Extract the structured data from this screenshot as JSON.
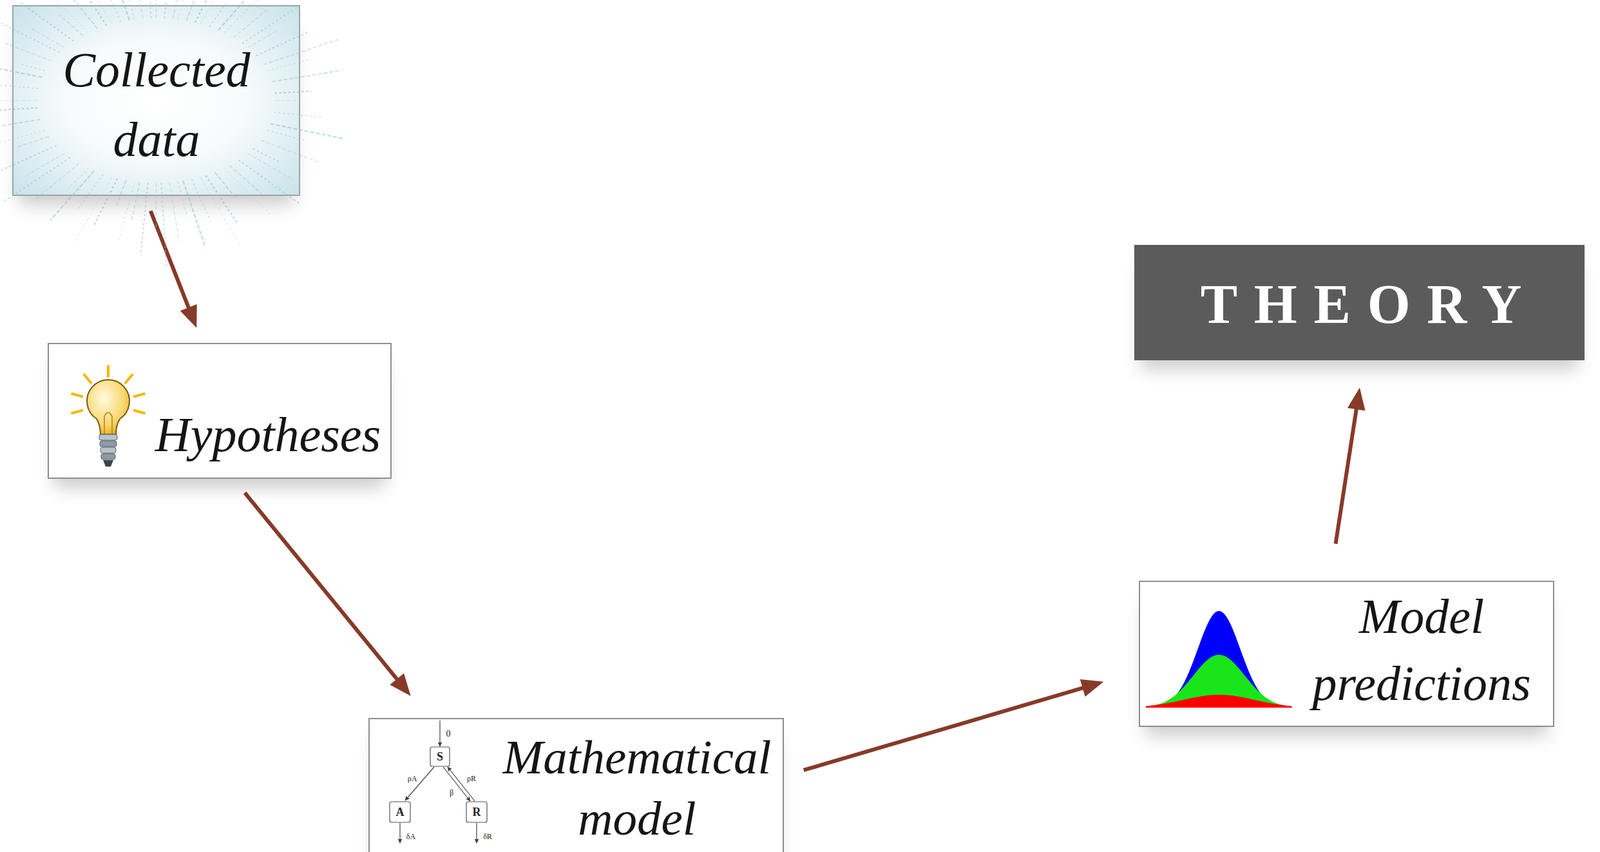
{
  "diagram": {
    "nodes": [
      {
        "text": [
          "Collected data"
        ]
      },
      {
        "text": [
          "Hypotheses"
        ]
      },
      {
        "text": [
          "Mathematical model"
        ]
      },
      {
        "text": [
          "Model predictions"
        ]
      },
      {
        "text": [
          "THEORY"
        ]
      }
    ],
    "edges": [
      {
        "from": 0,
        "to": 1,
        "arrow": "to"
      },
      {
        "from": 1,
        "to": 2,
        "arrow": "to"
      },
      {
        "from": 2,
        "to": 3,
        "arrow": "to"
      },
      {
        "from": 3,
        "to": 4,
        "arrow": "to"
      }
    ],
    "labels": [
      "0",
      "S",
      "ρA",
      "ρR",
      "β",
      "A",
      "R",
      "δA",
      "δR"
    ]
  }
}
